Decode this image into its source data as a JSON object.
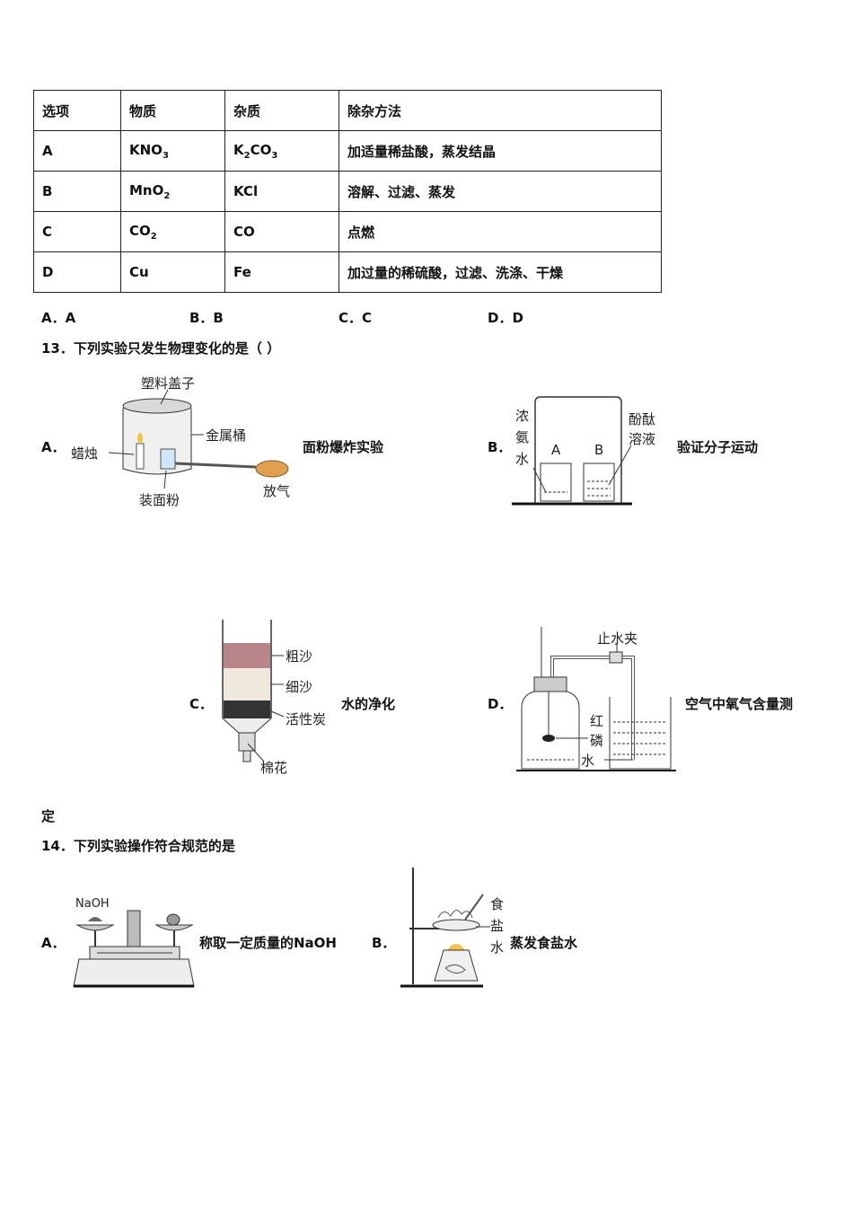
{
  "table": {
    "headers": [
      "选项",
      "物质",
      "杂质",
      "除杂方法"
    ],
    "rows": [
      {
        "option": "A",
        "substance": "KNO3",
        "impurity": "K2CO3",
        "method": "加适量稀盐酸，蒸发结晶"
      },
      {
        "option": "B",
        "substance": "MnO2",
        "impurity": "KCl",
        "method": "溶解、过滤、蒸发"
      },
      {
        "option": "C",
        "substance": "CO2",
        "impurity": "CO",
        "method": "点燃"
      },
      {
        "option": "D",
        "substance": "Cu",
        "impurity": "Fe",
        "method": "加过量的稀硫酸，过滤、洗涤、干燥"
      }
    ]
  },
  "q12_choices": [
    "A．A",
    "B．B",
    "C．C",
    "D．D"
  ],
  "q13": {
    "stem": "13．下列实验只发生物理变化的是（    ）",
    "A": {
      "letter": "A．",
      "caption": "面粉爆炸实验",
      "labels": {
        "lid": "塑料盖子",
        "bucket": "金属桶",
        "candle": "蜡烛",
        "flour": "装面粉",
        "air": "放气"
      }
    },
    "B": {
      "letter": "B．",
      "caption": "验证分子运动",
      "labels": {
        "ammonia_1": "浓",
        "ammonia_2": "氨",
        "ammonia_3": "水",
        "beaker_a": "A",
        "beaker_b": "B",
        "phenol_1": "酚酞",
        "phenol_2": "溶液"
      }
    },
    "C": {
      "letter": "C．",
      "caption": "水的净化",
      "labels": {
        "coarse": "粗沙",
        "fine": "细沙",
        "carbon": "活性炭",
        "cotton": "棉花"
      }
    },
    "D": {
      "letter": "D．",
      "caption": "空气中氧气含量测",
      "caption_tail": "定",
      "labels": {
        "clamp": "止水夹",
        "p1": "红",
        "p2": "磷",
        "water": "水"
      }
    }
  },
  "q14": {
    "stem": "14．下列实验操作符合规范的是",
    "A": {
      "letter": "A．",
      "caption": "称取一定质量的NaOH",
      "labels": {
        "naoh": "NaOH"
      }
    },
    "B": {
      "letter": "B．",
      "caption": "蒸发食盐水",
      "labels": {
        "s1": "食",
        "s2": "盐",
        "s3": "水"
      }
    }
  }
}
